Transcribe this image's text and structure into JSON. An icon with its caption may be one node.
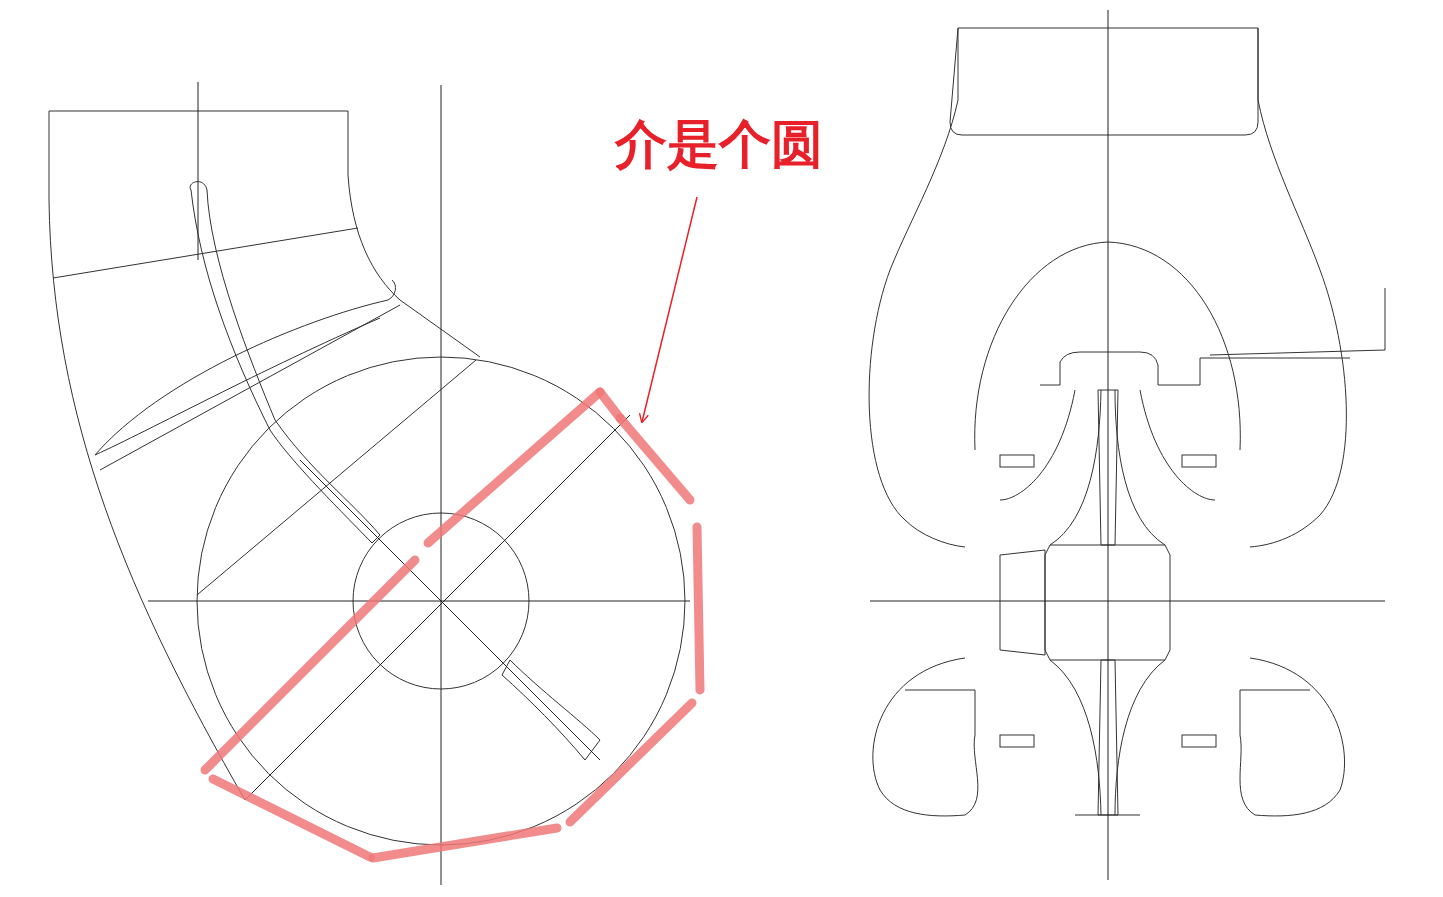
{
  "diagram": {
    "nodes": [
      {
        "text": [
          "介是个圆"
        ]
      },
      {
        "text": [],
        "shape": "polygon"
      }
    ],
    "edges": [
      {
        "from": 0,
        "to": 1,
        "arrow": "to"
      }
    ]
  }
}
